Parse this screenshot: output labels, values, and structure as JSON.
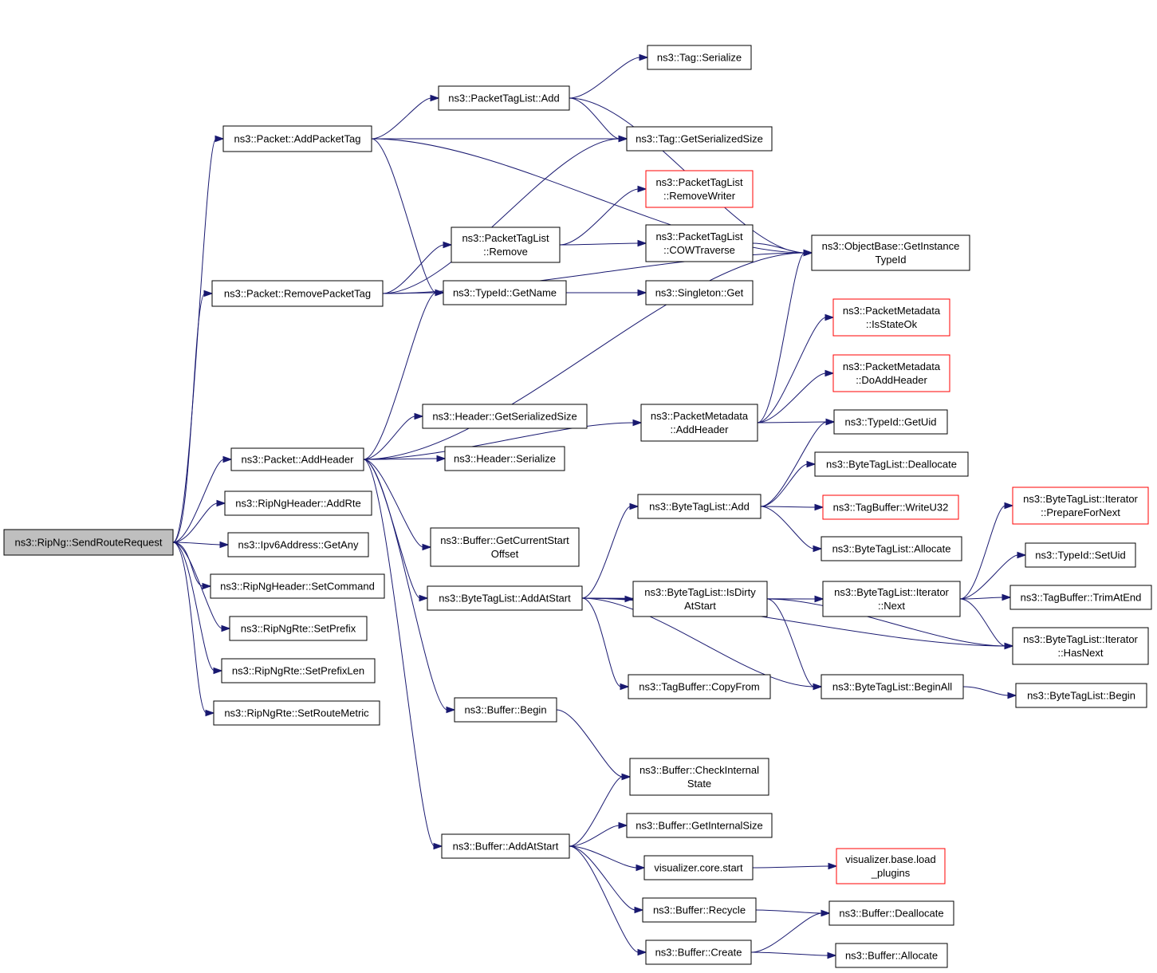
{
  "colors": {
    "edge": "#191970",
    "box_border": "#000000",
    "external_border": "#ff0000",
    "root_fill": "#bfbfbf"
  },
  "nodes": [
    {
      "id": "sendroute",
      "lines": [
        "ns3::RipNg::SendRouteRequest"
      ],
      "style": "root"
    },
    {
      "id": "addpackettag",
      "lines": [
        "ns3::Packet::AddPacketTag"
      ]
    },
    {
      "id": "removepackettag",
      "lines": [
        "ns3::Packet::RemovePacketTag"
      ]
    },
    {
      "id": "addheader",
      "lines": [
        "ns3::Packet::AddHeader"
      ]
    },
    {
      "id": "ripngaddrte",
      "lines": [
        "ns3::RipNgHeader::AddRte"
      ]
    },
    {
      "id": "getany",
      "lines": [
        "ns3::Ipv6Address::GetAny"
      ]
    },
    {
      "id": "setcommand",
      "lines": [
        "ns3::RipNgHeader::SetCommand"
      ]
    },
    {
      "id": "setprefix",
      "lines": [
        "ns3::RipNgRte::SetPrefix"
      ]
    },
    {
      "id": "setprefixlen",
      "lines": [
        "ns3::RipNgRte::SetPrefixLen"
      ]
    },
    {
      "id": "setroutemetric",
      "lines": [
        "ns3::RipNgRte::SetRouteMetric"
      ]
    },
    {
      "id": "ptladd",
      "lines": [
        "ns3::PacketTagList::Add"
      ]
    },
    {
      "id": "ptlremove",
      "lines": [
        "ns3::PacketTagList",
        "::Remove"
      ]
    },
    {
      "id": "typeidgetname",
      "lines": [
        "ns3::TypeId::GetName"
      ]
    },
    {
      "id": "hdrgetsize",
      "lines": [
        "ns3::Header::GetSerializedSize"
      ]
    },
    {
      "id": "hdrserialize",
      "lines": [
        "ns3::Header::Serialize"
      ]
    },
    {
      "id": "bufgetcurrent",
      "lines": [
        "ns3::Buffer::GetCurrentStart",
        "Offset"
      ]
    },
    {
      "id": "btladdatstart",
      "lines": [
        "ns3::ByteTagList::AddAtStart"
      ]
    },
    {
      "id": "bufbegin",
      "lines": [
        "ns3::Buffer::Begin"
      ]
    },
    {
      "id": "bufaddatstart",
      "lines": [
        "ns3::Buffer::AddAtStart"
      ]
    },
    {
      "id": "tagserialize",
      "lines": [
        "ns3::Tag::Serialize"
      ]
    },
    {
      "id": "taggetsize",
      "lines": [
        "ns3::Tag::GetSerializedSize"
      ]
    },
    {
      "id": "ptlremovewriter",
      "lines": [
        "ns3::PacketTagList",
        "::RemoveWriter"
      ],
      "style": "external"
    },
    {
      "id": "ptlcow",
      "lines": [
        "ns3::PacketTagList",
        "::COWTraverse"
      ]
    },
    {
      "id": "singletonget",
      "lines": [
        "ns3::Singleton::Get"
      ]
    },
    {
      "id": "pmaddheader",
      "lines": [
        "ns3::PacketMetadata",
        "::AddHeader"
      ]
    },
    {
      "id": "btladd",
      "lines": [
        "ns3::ByteTagList::Add"
      ]
    },
    {
      "id": "btlisdirty",
      "lines": [
        "ns3::ByteTagList::IsDirty",
        "AtStart"
      ]
    },
    {
      "id": "tbcopyfrom",
      "lines": [
        "ns3::TagBuffer::CopyFrom"
      ]
    },
    {
      "id": "bufcheck",
      "lines": [
        "ns3::Buffer::CheckInternal",
        "State"
      ]
    },
    {
      "id": "bufgetinternal",
      "lines": [
        "ns3::Buffer::GetInternalSize"
      ]
    },
    {
      "id": "vizcorestart",
      "lines": [
        "visualizer.core.start"
      ]
    },
    {
      "id": "bufrecycle",
      "lines": [
        "ns3::Buffer::Recycle"
      ]
    },
    {
      "id": "bufcreate",
      "lines": [
        "ns3::Buffer::Create"
      ]
    },
    {
      "id": "objgetinstance",
      "lines": [
        "ns3::ObjectBase::GetInstance",
        "TypeId"
      ]
    },
    {
      "id": "pmisstateok",
      "lines": [
        "ns3::PacketMetadata",
        "::IsStateOk"
      ],
      "style": "external"
    },
    {
      "id": "pmdoaddheader",
      "lines": [
        "ns3::PacketMetadata",
        "::DoAddHeader"
      ],
      "style": "external"
    },
    {
      "id": "typeidgetuid",
      "lines": [
        "ns3::TypeId::GetUid"
      ]
    },
    {
      "id": "btldeallocate",
      "lines": [
        "ns3::ByteTagList::Deallocate"
      ]
    },
    {
      "id": "tbwriteu32",
      "lines": [
        "ns3::TagBuffer::WriteU32"
      ],
      "style": "external"
    },
    {
      "id": "btlallocate",
      "lines": [
        "ns3::ByteTagList::Allocate"
      ]
    },
    {
      "id": "btliternext",
      "lines": [
        "ns3::ByteTagList::Iterator",
        "::Next"
      ]
    },
    {
      "id": "btlbeginall",
      "lines": [
        "ns3::ByteTagList::BeginAll"
      ]
    },
    {
      "id": "vizbaseload",
      "lines": [
        "visualizer.base.load",
        "_plugins"
      ],
      "style": "external"
    },
    {
      "id": "bufdeallocate",
      "lines": [
        "ns3::Buffer::Deallocate"
      ]
    },
    {
      "id": "bufallocate",
      "lines": [
        "ns3::Buffer::Allocate"
      ]
    },
    {
      "id": "btlprepare",
      "lines": [
        "ns3::ByteTagList::Iterator",
        "::PrepareForNext"
      ],
      "style": "external"
    },
    {
      "id": "typeidsetuid",
      "lines": [
        "ns3::TypeId::SetUid"
      ]
    },
    {
      "id": "tbtrimatend",
      "lines": [
        "ns3::TagBuffer::TrimAtEnd"
      ]
    },
    {
      "id": "btlhasnext",
      "lines": [
        "ns3::ByteTagList::Iterator",
        "::HasNext"
      ]
    },
    {
      "id": "btlbegin",
      "lines": [
        "ns3::ByteTagList::Begin"
      ]
    }
  ],
  "edges": [
    [
      "sendroute",
      "addpackettag"
    ],
    [
      "sendroute",
      "removepackettag"
    ],
    [
      "sendroute",
      "addheader"
    ],
    [
      "sendroute",
      "ripngaddrte"
    ],
    [
      "sendroute",
      "getany"
    ],
    [
      "sendroute",
      "setcommand"
    ],
    [
      "sendroute",
      "setprefix"
    ],
    [
      "sendroute",
      "setprefixlen"
    ],
    [
      "sendroute",
      "setroutemetric"
    ],
    [
      "addpackettag",
      "ptladd"
    ],
    [
      "addpackettag",
      "taggetsize"
    ],
    [
      "addpackettag",
      "objgetinstance"
    ],
    [
      "addpackettag",
      "typeidgetname"
    ],
    [
      "ptladd",
      "tagserialize"
    ],
    [
      "ptladd",
      "taggetsize"
    ],
    [
      "ptladd",
      "objgetinstance"
    ],
    [
      "removepackettag",
      "taggetsize"
    ],
    [
      "removepackettag",
      "ptlremove"
    ],
    [
      "removepackettag",
      "typeidgetname"
    ],
    [
      "removepackettag",
      "objgetinstance"
    ],
    [
      "ptlremove",
      "ptlremovewriter"
    ],
    [
      "ptlremove",
      "ptlcow"
    ],
    [
      "ptlcow",
      "objgetinstance"
    ],
    [
      "typeidgetname",
      "singletonget"
    ],
    [
      "addheader",
      "typeidgetname"
    ],
    [
      "addheader",
      "objgetinstance"
    ],
    [
      "addheader",
      "hdrgetsize"
    ],
    [
      "addheader",
      "hdrserialize"
    ],
    [
      "addheader",
      "pmaddheader"
    ],
    [
      "addheader",
      "bufgetcurrent"
    ],
    [
      "addheader",
      "btladdatstart"
    ],
    [
      "addheader",
      "bufbegin"
    ],
    [
      "addheader",
      "bufaddatstart"
    ],
    [
      "pmaddheader",
      "objgetinstance"
    ],
    [
      "pmaddheader",
      "pmisstateok"
    ],
    [
      "pmaddheader",
      "pmdoaddheader"
    ],
    [
      "pmaddheader",
      "typeidgetuid"
    ],
    [
      "btladd",
      "typeidgetuid"
    ],
    [
      "btladd",
      "btldeallocate"
    ],
    [
      "btladd",
      "tbwriteu32"
    ],
    [
      "btladd",
      "btlallocate"
    ],
    [
      "btladdatstart",
      "btladd"
    ],
    [
      "btladdatstart",
      "btlisdirty"
    ],
    [
      "btladdatstart",
      "btliternext"
    ],
    [
      "btladdatstart",
      "tbcopyfrom"
    ],
    [
      "btladdatstart",
      "btlbeginall"
    ],
    [
      "btladdatstart",
      "btlhasnext"
    ],
    [
      "btlisdirty",
      "btliternext"
    ],
    [
      "btlisdirty",
      "btlhasnext"
    ],
    [
      "btlisdirty",
      "btlbeginall"
    ],
    [
      "btliternext",
      "btlprepare"
    ],
    [
      "btliternext",
      "typeidsetuid"
    ],
    [
      "btliternext",
      "tbtrimatend"
    ],
    [
      "btliternext",
      "btlhasnext"
    ],
    [
      "btlbeginall",
      "btlbegin"
    ],
    [
      "bufbegin",
      "bufcheck"
    ],
    [
      "bufaddatstart",
      "bufcheck"
    ],
    [
      "bufaddatstart",
      "bufgetinternal"
    ],
    [
      "bufaddatstart",
      "vizcorestart"
    ],
    [
      "bufaddatstart",
      "bufrecycle"
    ],
    [
      "bufaddatstart",
      "bufcreate"
    ],
    [
      "vizcorestart",
      "vizbaseload"
    ],
    [
      "bufrecycle",
      "bufdeallocate"
    ],
    [
      "bufcreate",
      "bufdeallocate"
    ],
    [
      "bufcreate",
      "bufallocate"
    ]
  ]
}
